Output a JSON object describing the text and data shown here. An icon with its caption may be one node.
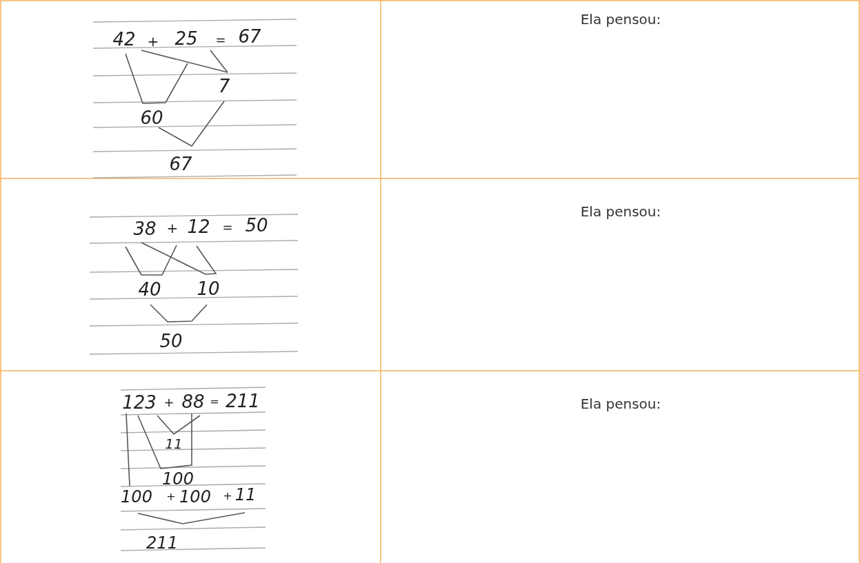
{
  "diagram": {
    "labels": [
      "42",
      "+",
      "25",
      "=",
      "67",
      "7",
      "60",
      "67",
      "Ela pensou:",
      "38",
      "+",
      "12",
      "=",
      "50",
      "40",
      "10",
      "50",
      "Ela pensou:",
      "123",
      "+",
      "88",
      "=",
      "211",
      "11",
      "100",
      "100",
      "+",
      "100",
      "+",
      "11",
      "211",
      "Ela pensou:"
    ]
  }
}
